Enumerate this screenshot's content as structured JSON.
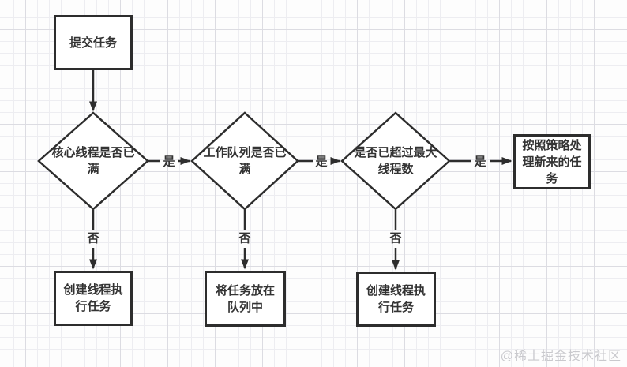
{
  "nodes": {
    "submit": {
      "label": "提交任务",
      "type": "process"
    },
    "core_full": {
      "label": "核心线程是否已满",
      "type": "decision"
    },
    "queue_full": {
      "label": "工作队列是否已满",
      "type": "decision"
    },
    "exceed_max": {
      "label": "是否已超过最大线程数",
      "type": "decision"
    },
    "policy": {
      "label": "按照策略处理新来的任务",
      "type": "process"
    },
    "create_thread_a": {
      "label": "创建线程执行任务",
      "type": "process"
    },
    "enqueue": {
      "label": "将任务放在队列中",
      "type": "process"
    },
    "create_thread_b": {
      "label": "创建线程执行任务",
      "type": "process"
    }
  },
  "edges": [
    {
      "from": "submit",
      "to": "core_full",
      "label": ""
    },
    {
      "from": "core_full",
      "to": "queue_full",
      "label": "是"
    },
    {
      "from": "queue_full",
      "to": "exceed_max",
      "label": "是"
    },
    {
      "from": "exceed_max",
      "to": "policy",
      "label": "是"
    },
    {
      "from": "core_full",
      "to": "create_thread_a",
      "label": "否"
    },
    {
      "from": "queue_full",
      "to": "enqueue",
      "label": "否"
    },
    {
      "from": "exceed_max",
      "to": "create_thread_b",
      "label": "否"
    }
  ],
  "watermark": {
    "text": "@稀土掘金技术社区"
  },
  "colors": {
    "stroke": "#2d2d2d",
    "text": "#333333",
    "node_fill": "#ffffff",
    "watermark": "#c9c9cd",
    "grid_minor": "#ededf1",
    "grid_major": "#dcdce2",
    "background": "#fdfdfd"
  }
}
